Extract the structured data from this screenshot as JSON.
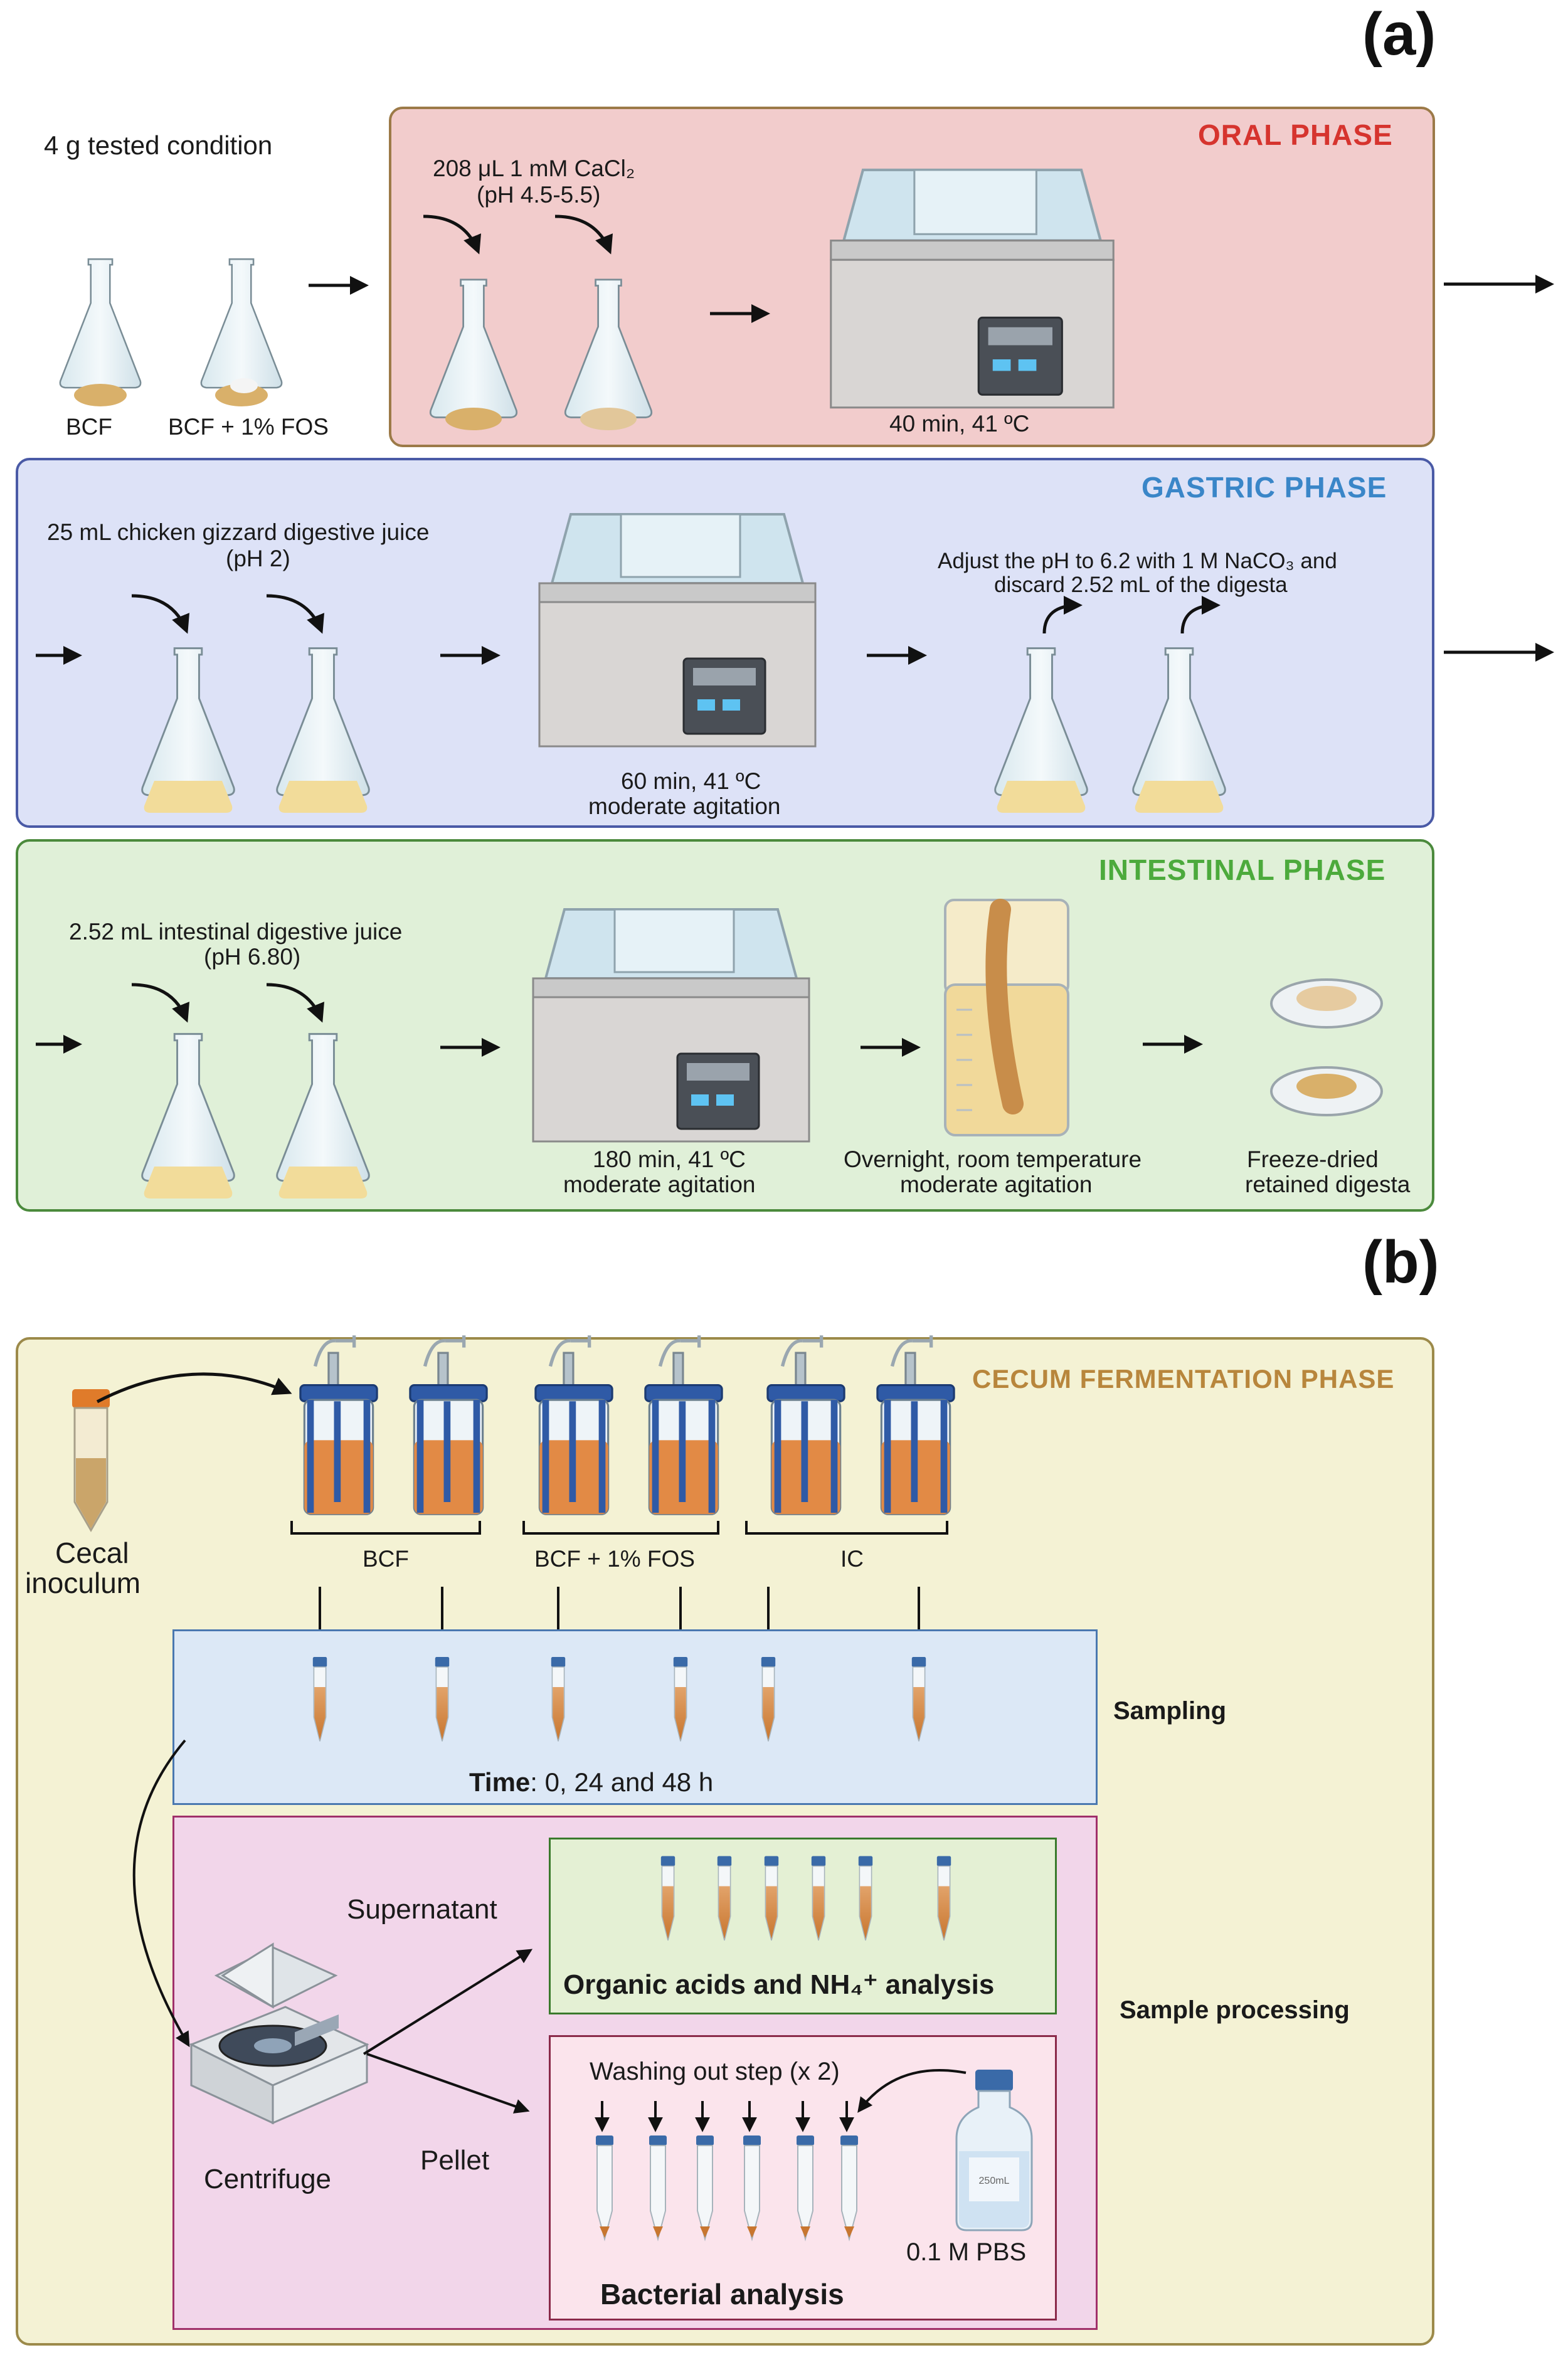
{
  "panels": {
    "a": "(a)",
    "b": "(b)"
  },
  "oral": {
    "title": "ORAL PHASE",
    "tested": "4 g  tested condition",
    "flask1": "BCF",
    "flask2": "BCF + 1% FOS",
    "reagent_line1": "208 μL 1 mM CaCl₂",
    "reagent_line2": "(pH 4.5-5.5)",
    "condition": "40 min, 41 ºC"
  },
  "gastric": {
    "title": "GASTRIC  PHASE",
    "reagent_line1": "25 mL chicken gizzard digestive juice",
    "reagent_line2": "(pH 2)",
    "condition_line1": "60 min, 41 ºC",
    "condition_line2": "moderate agitation",
    "adjust_line1": "Adjust the pH to 6.2 with 1 M NaCO₃ and",
    "adjust_line2": "discard 2.52 mL of the digesta"
  },
  "intestinal": {
    "title": "INTESTINAL  PHASE",
    "reagent_line1": "2.52 mL intestinal digestive juice",
    "reagent_line2": "(pH 6.80)",
    "condition_line1": "180 min, 41 ºC",
    "condition_line2": "moderate agitation",
    "dialysis_line1": "Overnight, room temperature",
    "dialysis_line2": "moderate agitation",
    "freeze_line1": "Freeze-dried",
    "freeze_line2": "retained digesta"
  },
  "cecum": {
    "title": "CECUM FERMENTATION PHASE",
    "inoculum_line1": "Cecal",
    "inoculum_line2": "inoculum",
    "group1": "BCF",
    "group2": "BCF + 1% FOS",
    "group3": "IC",
    "sampling": "Sampling",
    "time_bold": "Time",
    "time_rest": ": 0, 24 and 48 h",
    "processing": "Sample processing",
    "supernatant": "Supernatant",
    "pellet": "Pellet",
    "centrifuge": "Centrifuge",
    "organic": "Organic acids and NH₄⁺ analysis",
    "washing": "Washing out step (x 2)",
    "pbs": "0.1 M PBS",
    "bacterial": "Bacterial analysis",
    "bottle_label": "250mL"
  },
  "colors": {
    "oral_bg": "#f2cccc",
    "oral_border": "#9c7a48",
    "oral_title": "#d6342e",
    "gastric_bg": "#dde2f7",
    "gastric_border": "#4a5aa6",
    "gastric_title": "#3a86c8",
    "intestinal_bg": "#e0f0d8",
    "intestinal_border": "#4b8a3c",
    "intestinal_title": "#4caa3c",
    "cecum_bg": "#f4f2d4",
    "cecum_border": "#9c8a4a",
    "cecum_title": "#b8863c",
    "sampling_bg": "#dce8f6",
    "processing_bg": "#f2d6ea",
    "processing_border": "#a0306a",
    "organic_bg": "#e4f0d4",
    "organic_border": "#3a7a2c",
    "bacterial_bg": "#fbe4ec",
    "bacterial_border": "#8a2a4a"
  }
}
